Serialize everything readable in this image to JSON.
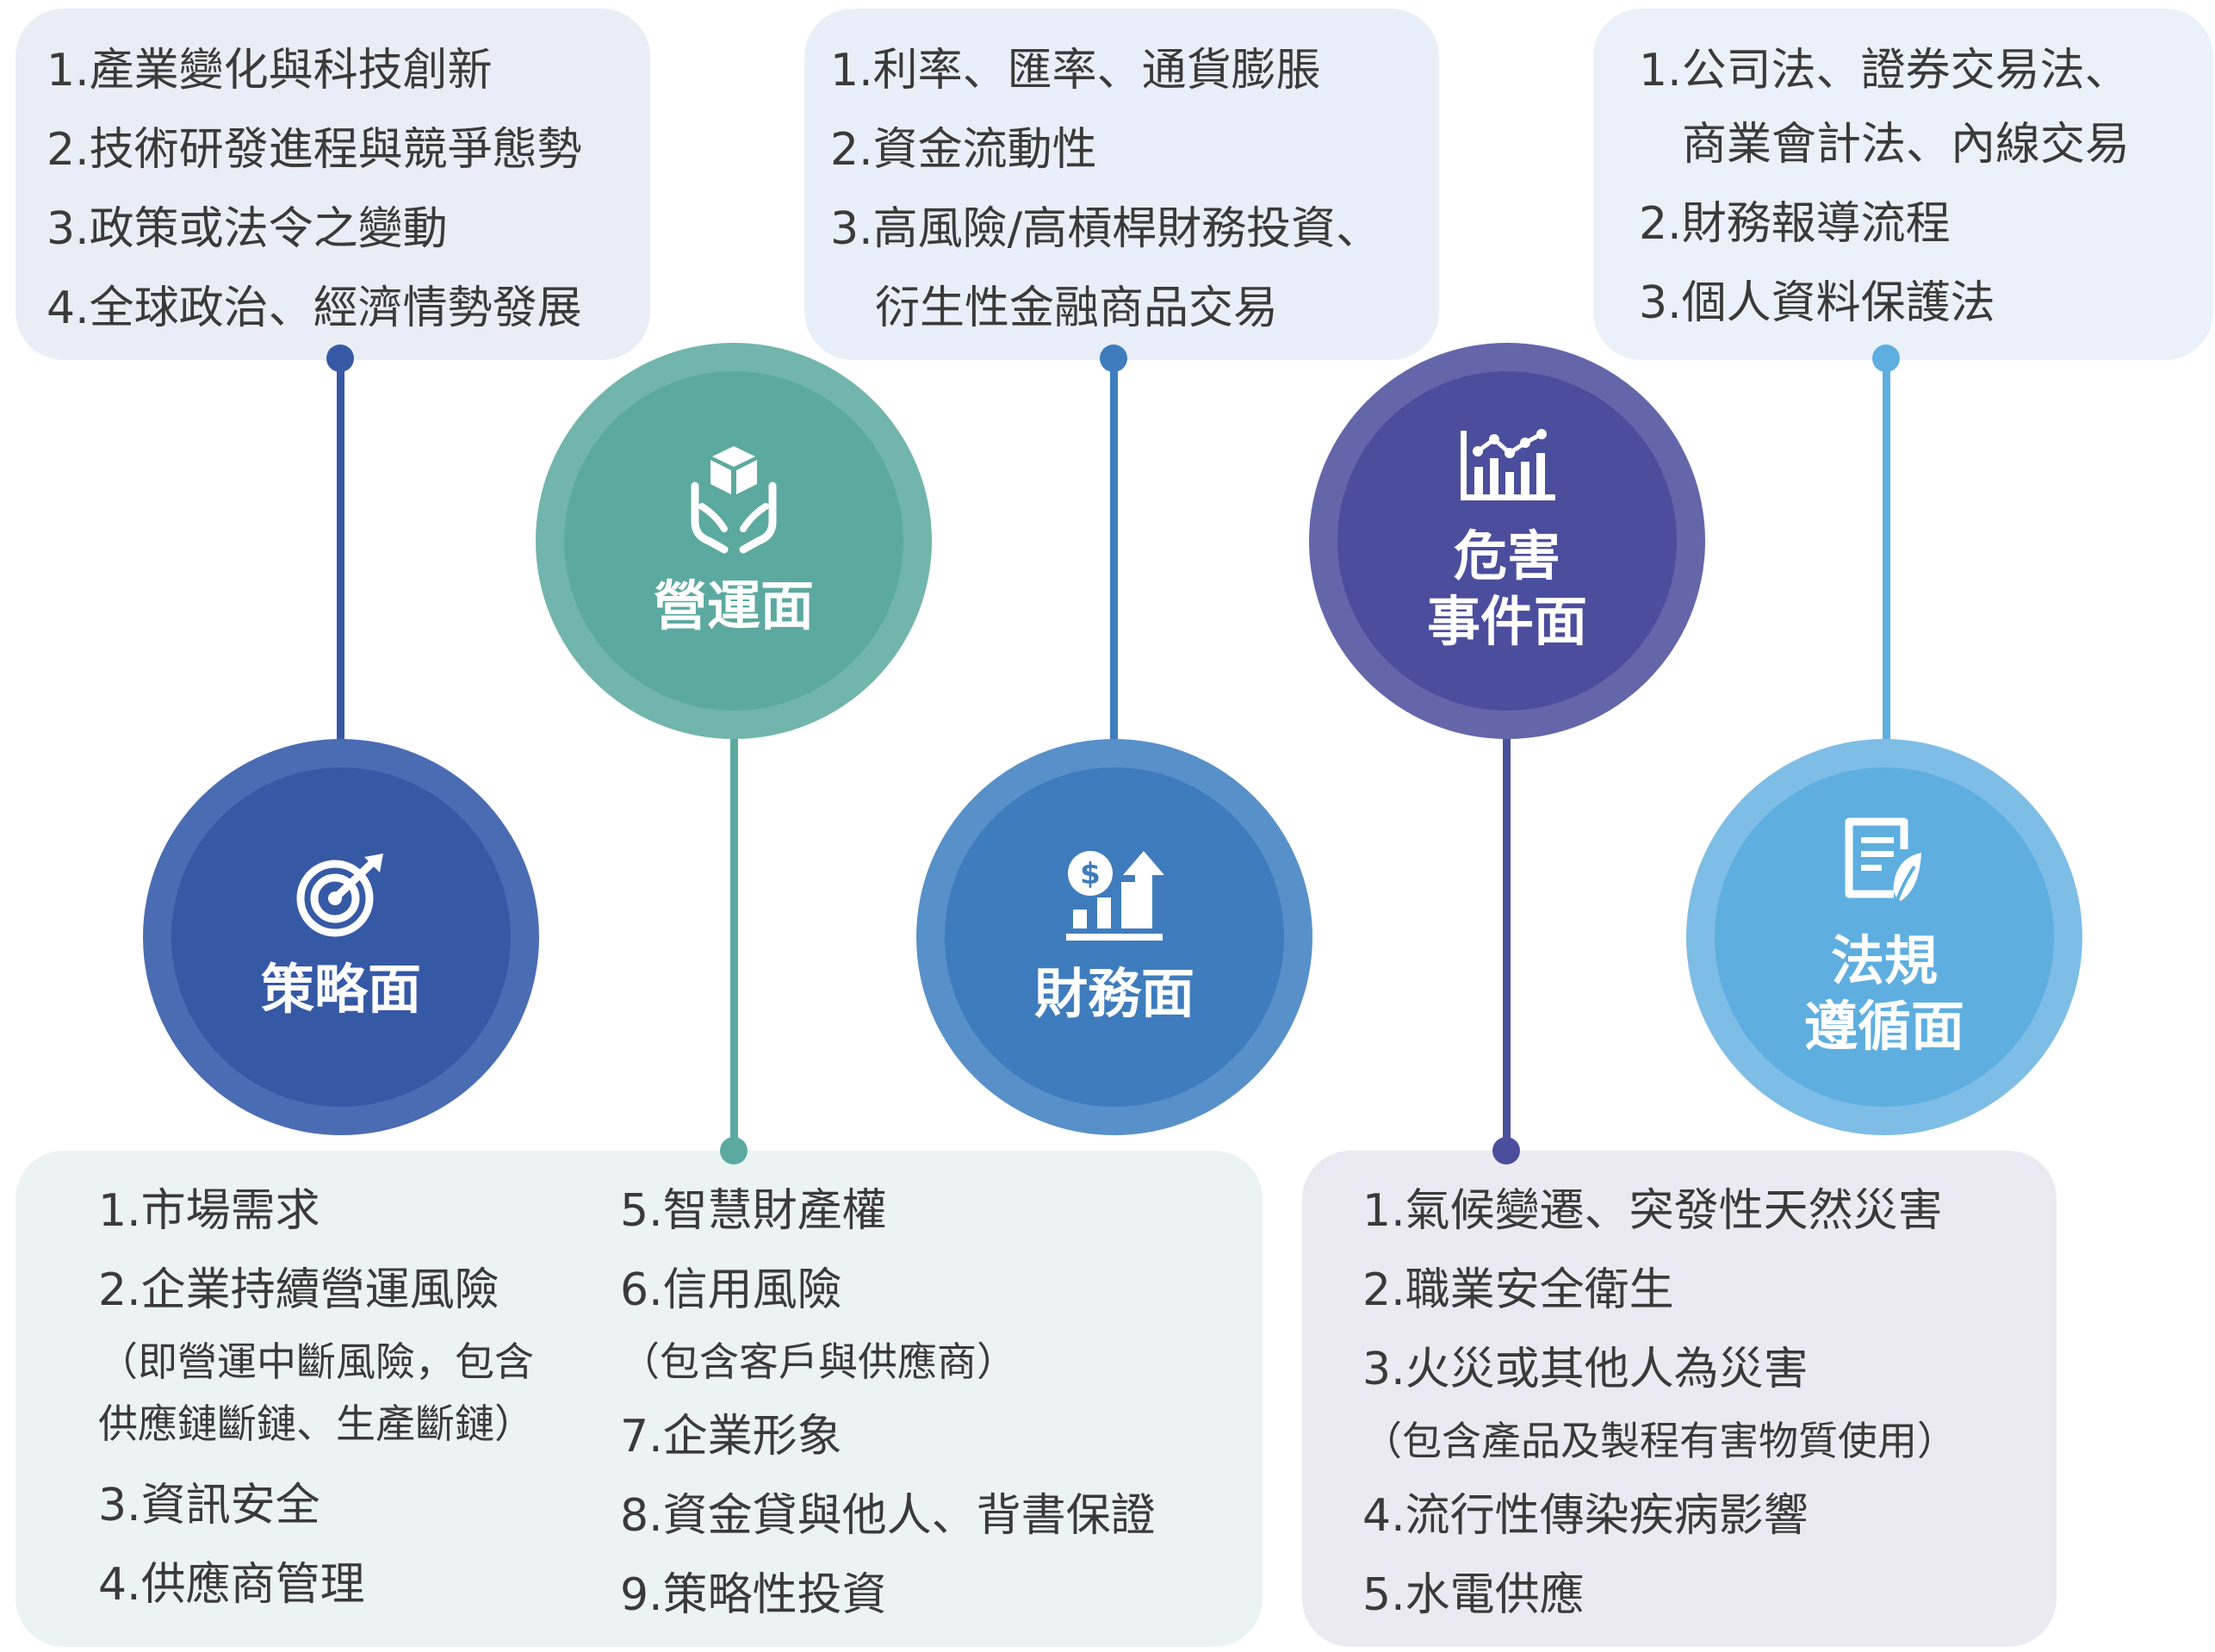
{
  "colors": {
    "strategy": "#3659a6",
    "operation": "#5ca9a0",
    "finance": "#3f7cbd",
    "hazard": "#4b4e9c",
    "compliance": "#5eaee0"
  },
  "nodes": {
    "strategy": {
      "label": "策略面",
      "icon": "target-icon"
    },
    "operation": {
      "label": "營運面",
      "icon": "hands-box-icon"
    },
    "finance": {
      "label": "財務面",
      "icon": "dollar-growth-icon"
    },
    "hazard": {
      "label_line1": "危害",
      "label_line2": "事件面",
      "icon": "bar-line-chart-icon"
    },
    "compliance": {
      "label_line1": "法規",
      "label_line2": "遵循面",
      "icon": "document-leaf-icon"
    }
  },
  "strategy_items": [
    "1.產業變化與科技創新",
    "2.技術研發進程與競爭態勢",
    "3.政策或法令之變動",
    "4.全球政治、經濟情勢發展"
  ],
  "finance_items": [
    "1.利率、匯率、通貨膨脹",
    "2.資金流動性",
    "3.高風險/高槓桿財務投資、",
    "衍生性金融商品交易"
  ],
  "compliance_items": [
    "1.公司法、證券交易法、",
    "商業會計法、內線交易",
    "2.財務報導流程",
    "3.個人資料保護法"
  ],
  "operation_items_left": [
    "1.市場需求",
    "2.企業持續營運風險",
    "（即營運中斷風險，包含",
    "供應鏈斷鏈、生產斷鏈）",
    "3.資訊安全",
    "4.供應商管理"
  ],
  "operation_items_right": [
    "5.智慧財產權",
    "6.信用風險",
    "（包含客戶與供應商）",
    "7.企業形象",
    "8.資金貸與他人、背書保證",
    "9.策略性投資"
  ],
  "hazard_items": [
    "1.氣候變遷、突發性天然災害",
    "2.職業安全衛生",
    "3.火災或其他人為災害",
    "（包含產品及製程有害物質使用）",
    "4.流行性傳染疾病影響",
    "5.水電供應"
  ]
}
